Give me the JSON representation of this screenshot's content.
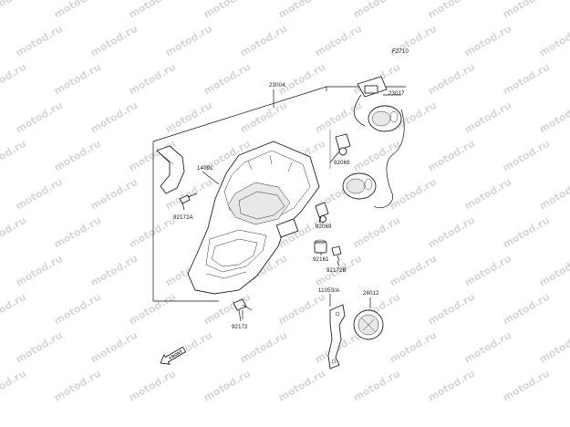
{
  "diagram_code": "F2710",
  "watermark_text": "motod.ru",
  "parts": {
    "p23004": "23004",
    "p23017": "23017",
    "p14091": "14091",
    "p92069a": "92069",
    "p92069b": "92069",
    "p92172a": "92172A",
    "p92161": "92161",
    "p92172b": "92172B",
    "p11053": "11053/A",
    "p28012": "28012",
    "p92172": "92172"
  },
  "front_label": "FRONT"
}
